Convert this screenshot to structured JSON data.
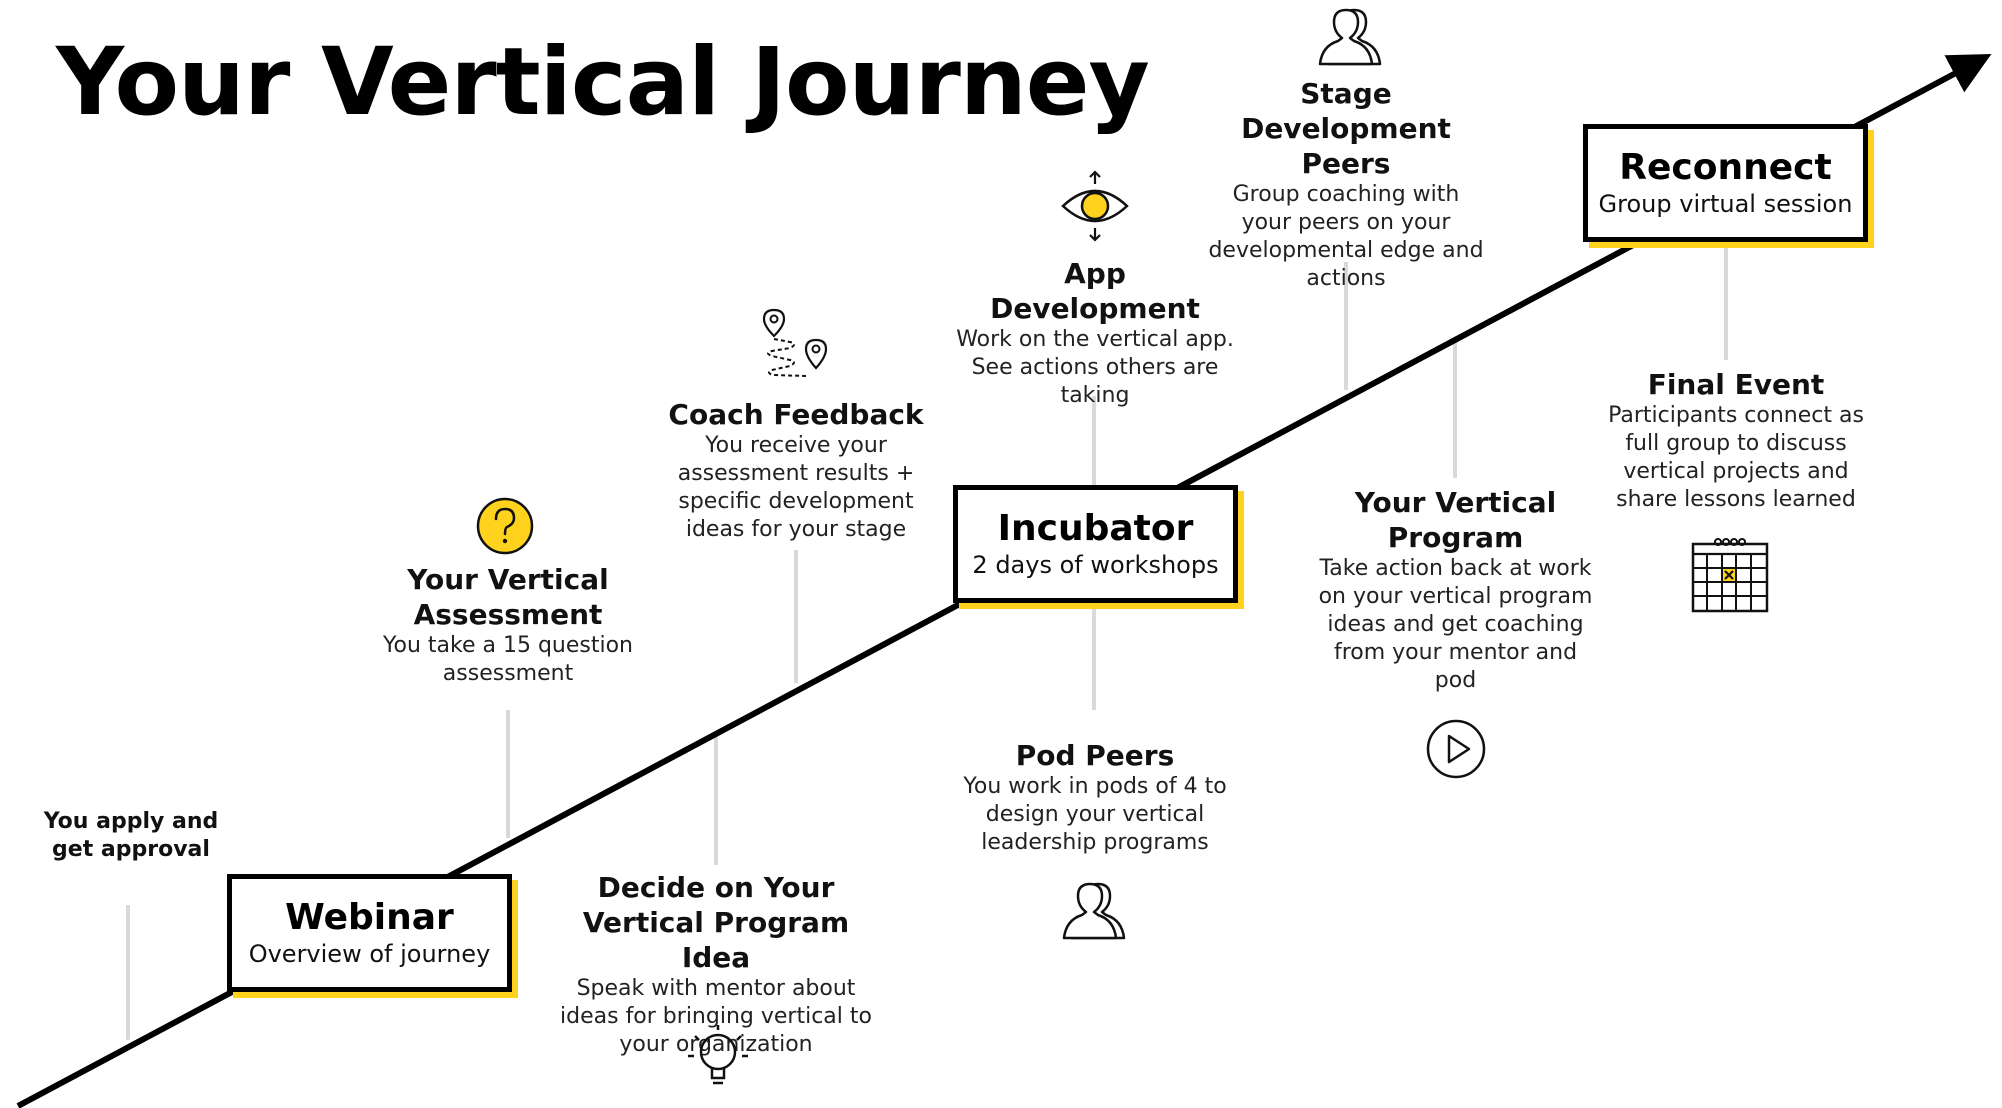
{
  "title": "Your Vertical Journey",
  "start_note": "You apply and get approval",
  "accent_color": "#FFD21E",
  "line_color": "#000000",
  "connector_color": "#D9D9D9",
  "milestones": [
    {
      "title": "Webinar",
      "subtitle": "Overview of journey"
    },
    {
      "title": "Incubator",
      "subtitle": "2 days of workshops"
    },
    {
      "title": "Reconnect",
      "subtitle": "Group virtual session"
    }
  ],
  "steps": [
    {
      "title": "Your Vertical Assessment",
      "description": "You take a 15 question assessment",
      "icon": "question-icon"
    },
    {
      "title": "Decide on Your Vertical Program Idea",
      "description": "Speak with mentor about ideas for bringing vertical to your organization",
      "icon": "lightbulb-icon"
    },
    {
      "title": "Coach Feedback",
      "description": "You receive your assessment results + specific development ideas for your stage",
      "icon": "map-route-icon"
    },
    {
      "title": "App Development",
      "description": "Work on the vertical app. See actions others are taking",
      "icon": "eye-icon"
    },
    {
      "title": "Pod Peers",
      "description": "You work in pods of 4 to design your vertical leadership programs",
      "icon": "people-icon"
    },
    {
      "title": "Stage Development Peers",
      "description": "Group coaching with your peers on your developmental edge and actions",
      "icon": "people-icon"
    },
    {
      "title": "Your Vertical Program",
      "description": "Take action back at work on your vertical program ideas and get coaching from your mentor and pod",
      "icon": "play-icon"
    },
    {
      "title": "Final Event",
      "description": "Participants connect as full group to discuss vertical projects and share lessons learned",
      "icon": "calendar-icon"
    }
  ]
}
